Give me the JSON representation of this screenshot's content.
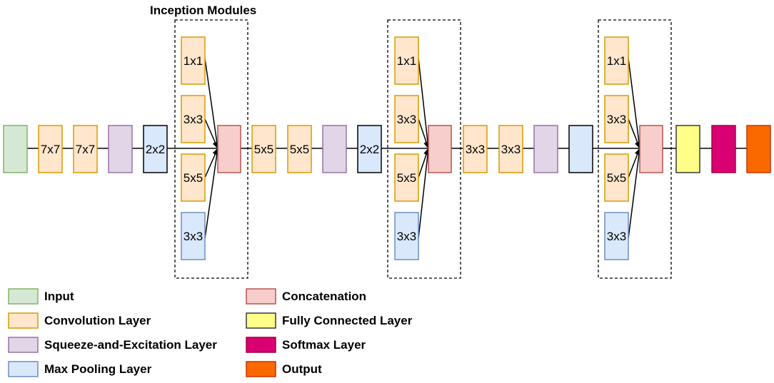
{
  "title": "Inception Modules",
  "colors": {
    "input": {
      "fill": "#d5e8d4",
      "stroke": "#82b366"
    },
    "conv": {
      "fill": "#ffe6cc",
      "stroke": "#d79b00"
    },
    "se": {
      "fill": "#e1d5e7",
      "stroke": "#9673a6"
    },
    "pool_pre": {
      "fill": "#dae8fc",
      "stroke": "#000000"
    },
    "pool": {
      "fill": "#dae8fc",
      "stroke": "#6c8ebf"
    },
    "concat": {
      "fill": "#f8cecc",
      "stroke": "#b85450"
    },
    "fc": {
      "fill": "#ffff88",
      "stroke": "#36393d"
    },
    "softmax": {
      "fill": "#d80073",
      "stroke": "#a50040"
    },
    "output": {
      "fill": "#fa6800",
      "stroke": "#c73500"
    }
  },
  "pipeline": [
    {
      "type": "input",
      "label": ""
    },
    {
      "type": "conv",
      "label": "7x7"
    },
    {
      "type": "conv",
      "label": "7x7"
    },
    {
      "type": "se",
      "label": ""
    },
    {
      "type": "pool_pre",
      "label": "2x2"
    },
    {
      "type": "inception"
    },
    {
      "type": "conv",
      "label": "5x5"
    },
    {
      "type": "conv",
      "label": "5x5"
    },
    {
      "type": "se",
      "label": ""
    },
    {
      "type": "pool_pre",
      "label": "2x2"
    },
    {
      "type": "inception"
    },
    {
      "type": "conv",
      "label": "3x3"
    },
    {
      "type": "conv",
      "label": "3x3"
    },
    {
      "type": "se",
      "label": ""
    },
    {
      "type": "pool_pre",
      "label": ""
    },
    {
      "type": "inception"
    },
    {
      "type": "fc",
      "label": ""
    },
    {
      "type": "softmax",
      "label": ""
    },
    {
      "type": "output",
      "label": ""
    }
  ],
  "inception_branches": [
    {
      "type": "conv",
      "label": "1x1"
    },
    {
      "type": "conv",
      "label": "3x3"
    },
    {
      "type": "conv",
      "label": "5x5"
    },
    {
      "type": "pool",
      "label": "3x3"
    }
  ],
  "legend": [
    {
      "type": "input",
      "label": "Input"
    },
    {
      "type": "conv",
      "label": "Convolution Layer"
    },
    {
      "type": "se",
      "label": "Squeeze-and-Excitation Layer"
    },
    {
      "type": "pool",
      "label": "Max Pooling Layer"
    },
    {
      "type": "concat",
      "label": "Concatenation"
    },
    {
      "type": "fc",
      "label": "Fully Connected Layer"
    },
    {
      "type": "softmax",
      "label": "Softmax Layer"
    },
    {
      "type": "output",
      "label": "Output"
    }
  ]
}
